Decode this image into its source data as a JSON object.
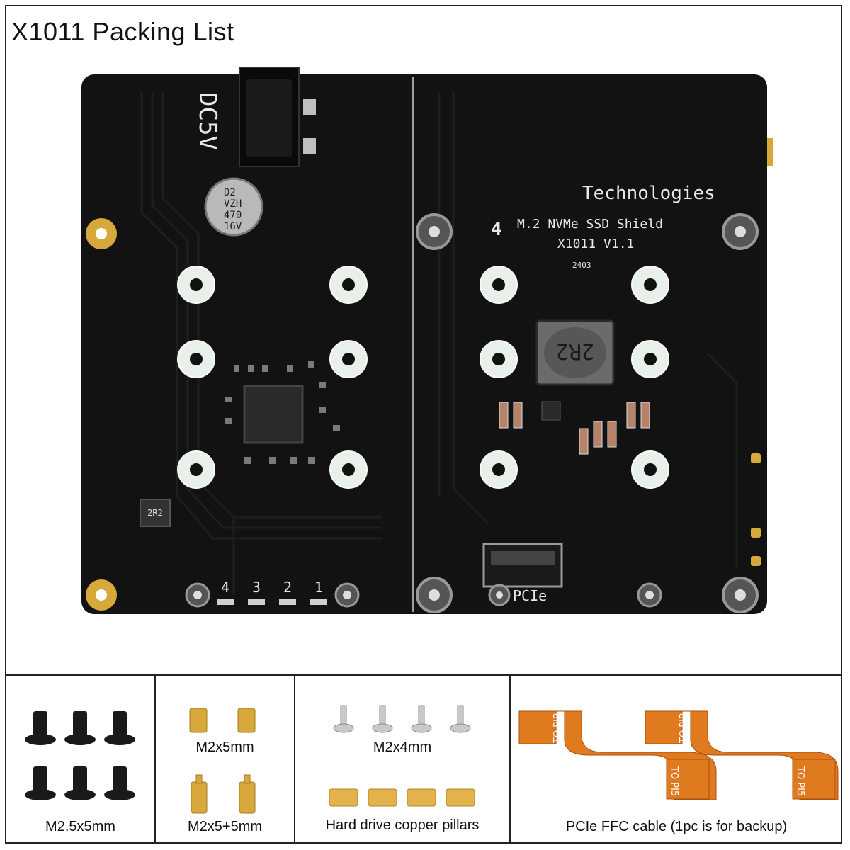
{
  "title": "X1011 Packing List",
  "board": {
    "power_label": "DC5V",
    "cap_label": [
      "D2",
      "VZH",
      "470",
      "16V"
    ],
    "brand_label": "Technologies",
    "model_number": "4",
    "product_label": "M.2 NVMe SSD Shield",
    "version_label": "X1011  V1.1",
    "date_code": "2403",
    "inductor_label": "2R2",
    "small_inductor_label": "2R2",
    "slot_labels": [
      "4",
      "3",
      "2",
      "1"
    ],
    "pcie_label": "PCIe"
  },
  "parts": [
    {
      "caption": "M2.5x5mm"
    },
    {
      "caption_top": "M2x5mm",
      "caption_bottom": "M2x5+5mm"
    },
    {
      "caption_top": "M2x4mm",
      "caption_bottom": "Hard drive copper pillars"
    },
    {
      "caption": "PCIe FFC cable (1pc is for backup)",
      "cable_label_a": "TO PIP",
      "cable_label_b": "TO PI5"
    }
  ],
  "colors": {
    "pcb": "#111111",
    "gold": "#d8a93a",
    "copper": "#e07a1f",
    "frame": "#222222"
  }
}
